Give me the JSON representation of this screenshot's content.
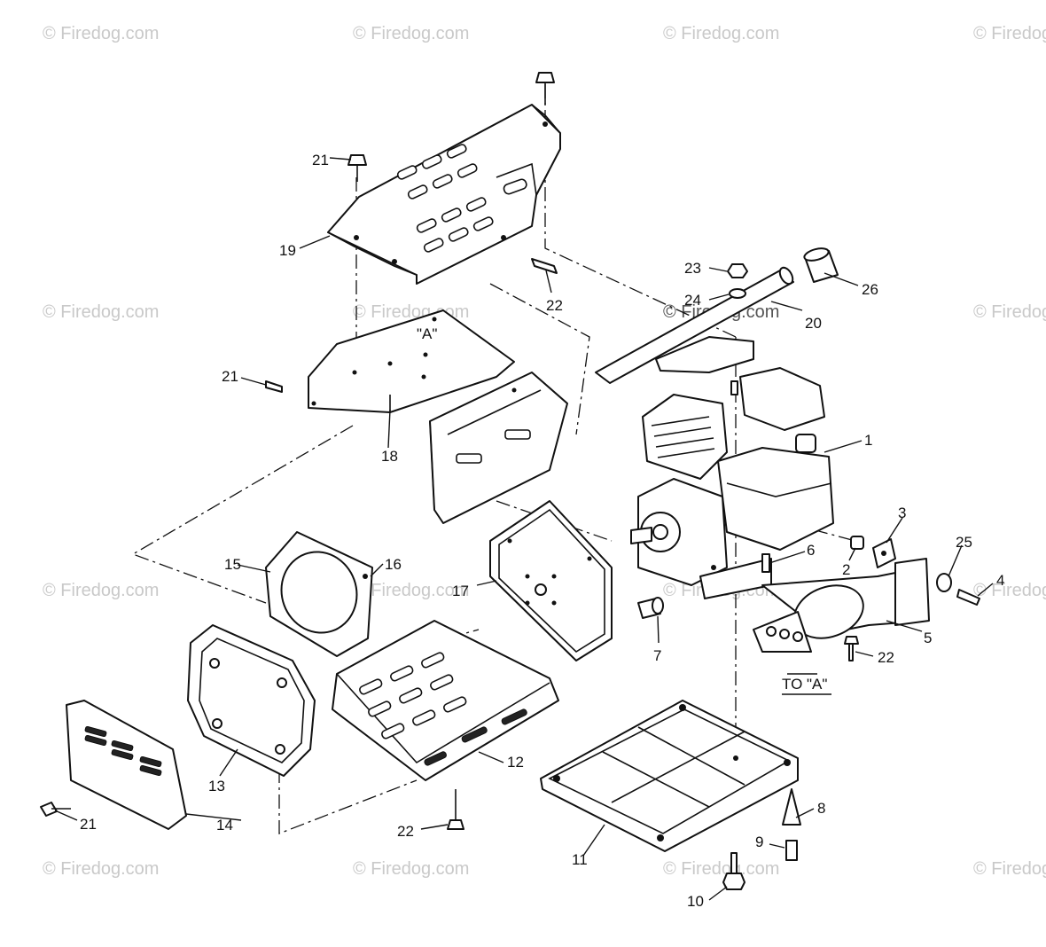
{
  "watermark": "© Firedog.com",
  "section_note": "TO \"A\"",
  "hole_label": "\"A\"",
  "callouts": {
    "c1": "1",
    "c2": "2",
    "c3": "3",
    "c4": "4",
    "c5": "5",
    "c6": "6",
    "c7": "7",
    "c8": "8",
    "c9": "9",
    "c10": "10",
    "c11": "11",
    "c12": "12",
    "c13": "13",
    "c14": "14",
    "c15": "15",
    "c16": "16",
    "c17": "17",
    "c18": "18",
    "c19": "19",
    "c20": "20",
    "c21a": "21",
    "c21b": "21",
    "c21c": "21",
    "c22a": "22",
    "c22b": "22",
    "c22c": "22",
    "c23": "23",
    "c24": "24",
    "c25": "25",
    "c26": "26"
  }
}
